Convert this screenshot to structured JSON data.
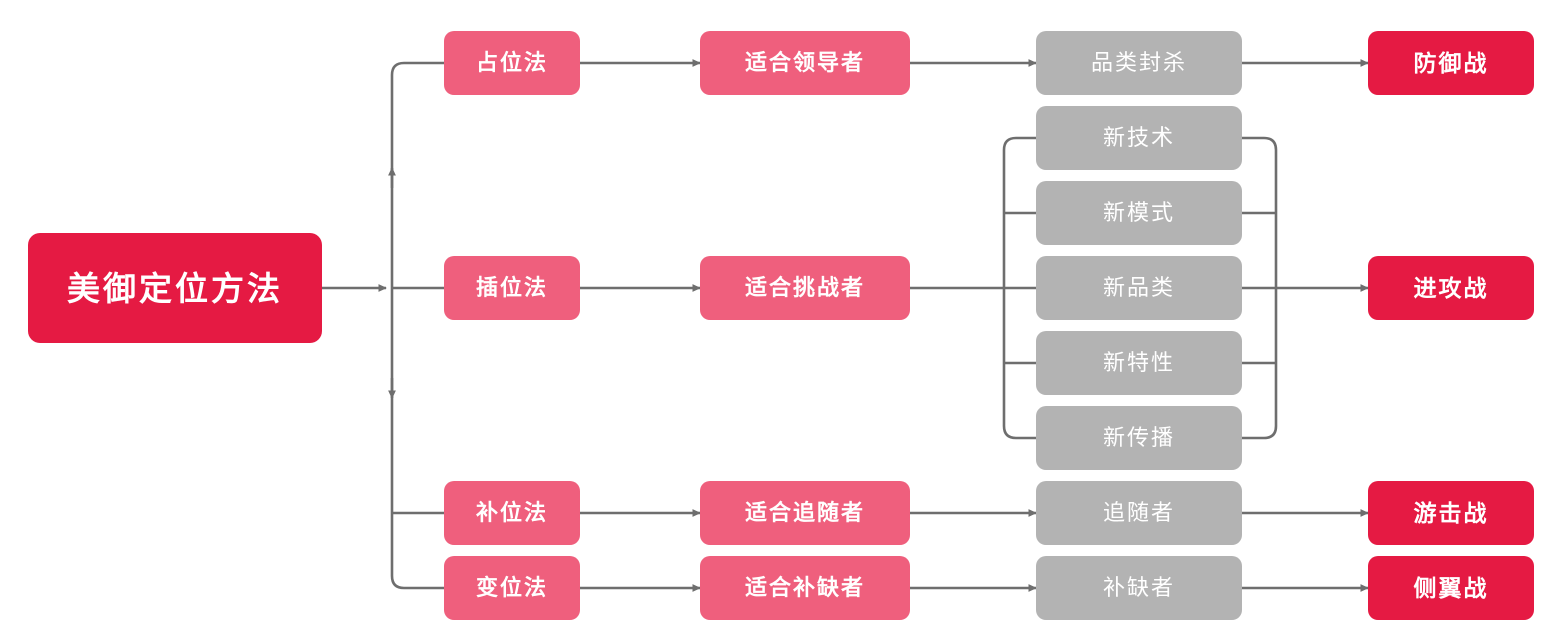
{
  "diagram": {
    "title": "美御定位方法",
    "palette": {
      "root_fill": "#e51a43",
      "method_fill": "#ef5f7d",
      "audience_fill": "#ef5f7d",
      "tactic_fill": "#b3b3b3",
      "war_fill": "#e51a43",
      "connector": "#6e6e6e",
      "text": "#ffffff",
      "background": "#ffffff"
    },
    "root": {
      "label": "美御定位方法"
    },
    "columns": [
      {
        "name": "root",
        "items": [
          "美御定位方法"
        ]
      },
      {
        "name": "methods",
        "items": [
          "占位法",
          "插位法",
          "补位法",
          "变位法"
        ]
      },
      {
        "name": "audience",
        "items": [
          "适合领导者",
          "适合挑战者",
          "适合追随者",
          "适合补缺者"
        ]
      },
      {
        "name": "tactics",
        "items": [
          "品类封杀",
          "新技术",
          "新模式",
          "新品类",
          "新特性",
          "新传播",
          "追随者",
          "补缺者"
        ]
      },
      {
        "name": "wars",
        "items": [
          "防御战",
          "进攻战",
          "游击战",
          "侧翼战"
        ]
      }
    ],
    "branches": [
      {
        "method": "占位法",
        "audience": "适合领导者",
        "tactics": [
          "品类封杀"
        ],
        "war": "防御战"
      },
      {
        "method": "插位法",
        "audience": "适合挑战者",
        "tactics": [
          "新技术",
          "新模式",
          "新品类",
          "新特性",
          "新传播"
        ],
        "war": "进攻战"
      },
      {
        "method": "补位法",
        "audience": "适合追随者",
        "tactics": [
          "追随者"
        ],
        "war": "游击战"
      },
      {
        "method": "变位法",
        "audience": "适合补缺者",
        "tactics": [
          "补缺者"
        ],
        "war": "侧翼战"
      }
    ],
    "nodes": {
      "root": "美御定位方法",
      "m1": "占位法",
      "m2": "插位法",
      "m3": "补位法",
      "m4": "变位法",
      "a1": "适合领导者",
      "a2": "适合挑战者",
      "a3": "适合追随者",
      "a4": "适合补缺者",
      "t1": "品类封杀",
      "t2a": "新技术",
      "t2b": "新模式",
      "t2c": "新品类",
      "t2d": "新特性",
      "t2e": "新传播",
      "t3": "追随者",
      "t4": "补缺者",
      "w1": "防御战",
      "w2": "进攻战",
      "w3": "游击战",
      "w4": "侧翼战"
    }
  }
}
